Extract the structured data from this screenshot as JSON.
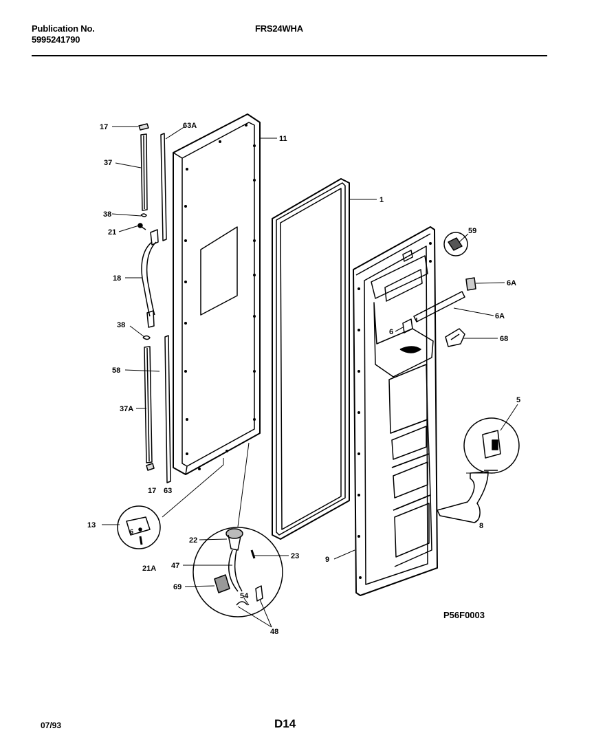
{
  "header": {
    "publication_label": "Publication No.",
    "publication_number": "5995241790",
    "model": "FRS24WHA"
  },
  "footer": {
    "date": "07/93",
    "page_code": "D14",
    "figure_code": "P56F0003"
  },
  "callouts": {
    "c17a": "17",
    "c63a": "63A",
    "c11": "11",
    "c37": "37",
    "c1": "1",
    "c38a": "38",
    "c21": "21",
    "c59": "59",
    "c18": "18",
    "c6a1": "6A",
    "c6a2": "6A",
    "c38b": "38",
    "c6": "6",
    "c68": "68",
    "c58": "58",
    "c37a": "37A",
    "c5": "5",
    "c17b": "17",
    "c63": "63",
    "c13": "13",
    "c22": "22",
    "c23": "23",
    "c9": "9",
    "c8": "8",
    "c47": "47",
    "c21a": "21A",
    "c69": "69",
    "c54": "54",
    "c48": "48",
    "c6small": "6"
  }
}
